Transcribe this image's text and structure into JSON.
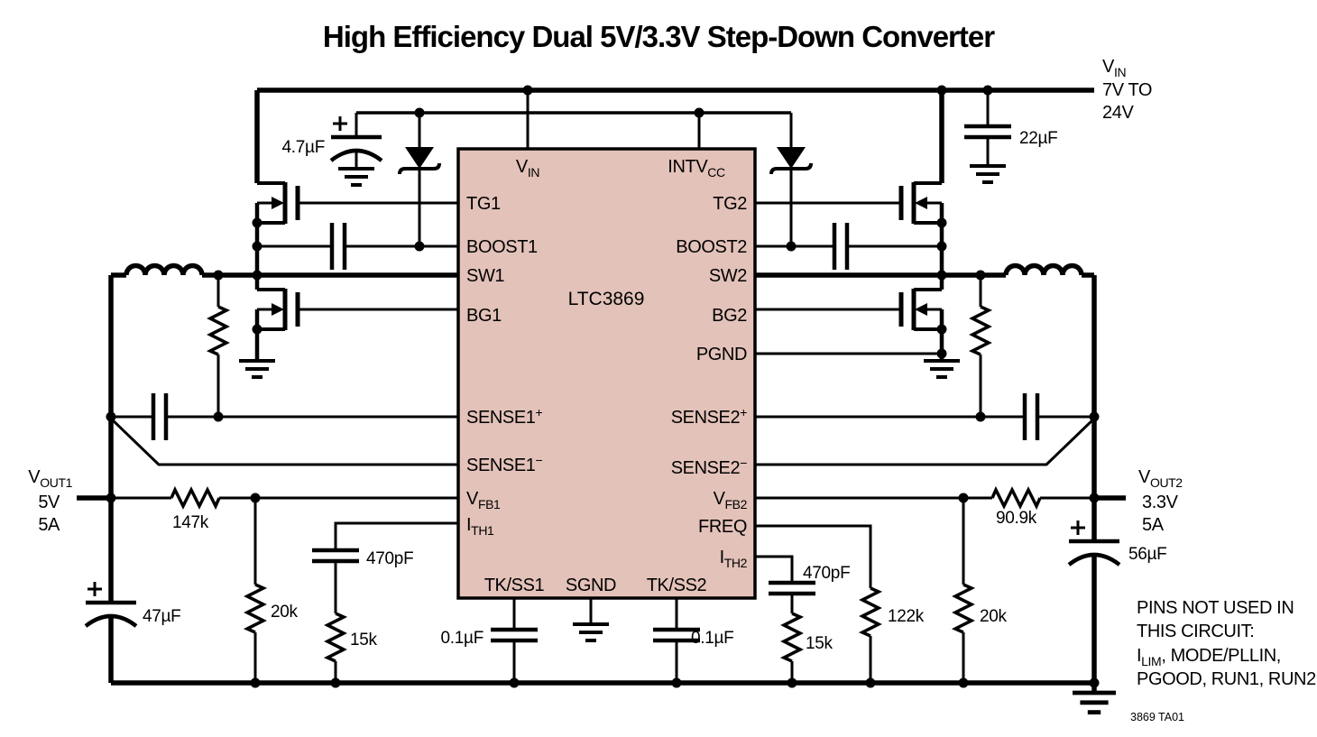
{
  "title": "High Efficiency Dual 5V/3.3V Step-Down Converter",
  "colors": {
    "ic_fill": "#e3c2b9",
    "line": "#000000",
    "background": "#ffffff"
  },
  "ic": {
    "part": "LTC3869",
    "pins": {
      "vin": {
        "main": "V",
        "sub": "IN"
      },
      "intvcc": {
        "main": "INTV",
        "sub": "CC"
      },
      "tg1": "TG1",
      "boost1": "BOOST1",
      "sw1": "SW1",
      "bg1": "BG1",
      "sense1_plus": {
        "main": "SENSE1",
        "sup": "+"
      },
      "sense1_minus": {
        "main": "SENSE1",
        "sup": "−"
      },
      "vfb1": {
        "main": "V",
        "sub": "FB1"
      },
      "ith1": {
        "main": "I",
        "sub": "TH1"
      },
      "tkss1": "TK/SS1",
      "sgnd": "SGND",
      "tkss2": "TK/SS2",
      "tg2": "TG2",
      "boost2": "BOOST2",
      "sw2": "SW2",
      "bg2": "BG2",
      "pgnd": "PGND",
      "sense2_plus": {
        "main": "SENSE2",
        "sup": "+"
      },
      "sense2_minus": {
        "main": "SENSE2",
        "sup": "−"
      },
      "vfb2": {
        "main": "V",
        "sub": "FB2"
      },
      "freq": "FREQ",
      "ith2": {
        "main": "I",
        "sub": "TH2"
      }
    }
  },
  "rails": {
    "vin": {
      "name_main": "V",
      "name_sub": "IN",
      "range_line1": "7V TO",
      "range_line2": "24V"
    },
    "vout1": {
      "name_main": "V",
      "name_sub": "OUT1",
      "voltage": "5V",
      "current": "5A"
    },
    "vout2": {
      "name_main": "V",
      "name_sub": "OUT2",
      "voltage": "3.3V",
      "current": "5A"
    }
  },
  "components": {
    "c_intvcc": "4.7µF",
    "c_vin": "22µF",
    "c_ith1": "470pF",
    "r_ith1": "15k",
    "c_ith2": "470pF",
    "r_ith2": "15k",
    "c_ss1": "0.1µF",
    "c_ss2": "0.1µF",
    "r_freq": "122k",
    "r_fb1_top": "147k",
    "r_fb1_bottom": "20k",
    "r_fb2_top": "90.9k",
    "r_fb2_bottom": "20k",
    "c_out1": "47µF",
    "c_out2": "56µF"
  },
  "notes": {
    "line1": "PINS NOT USED IN",
    "line2": "THIS CIRCUIT:",
    "line3_main": "I",
    "line3_sub": "LIM",
    "line3_rest": ", MODE/PLLIN,",
    "line4": "PGOOD, RUN1, RUN2"
  },
  "footnote": "3869 TA01"
}
